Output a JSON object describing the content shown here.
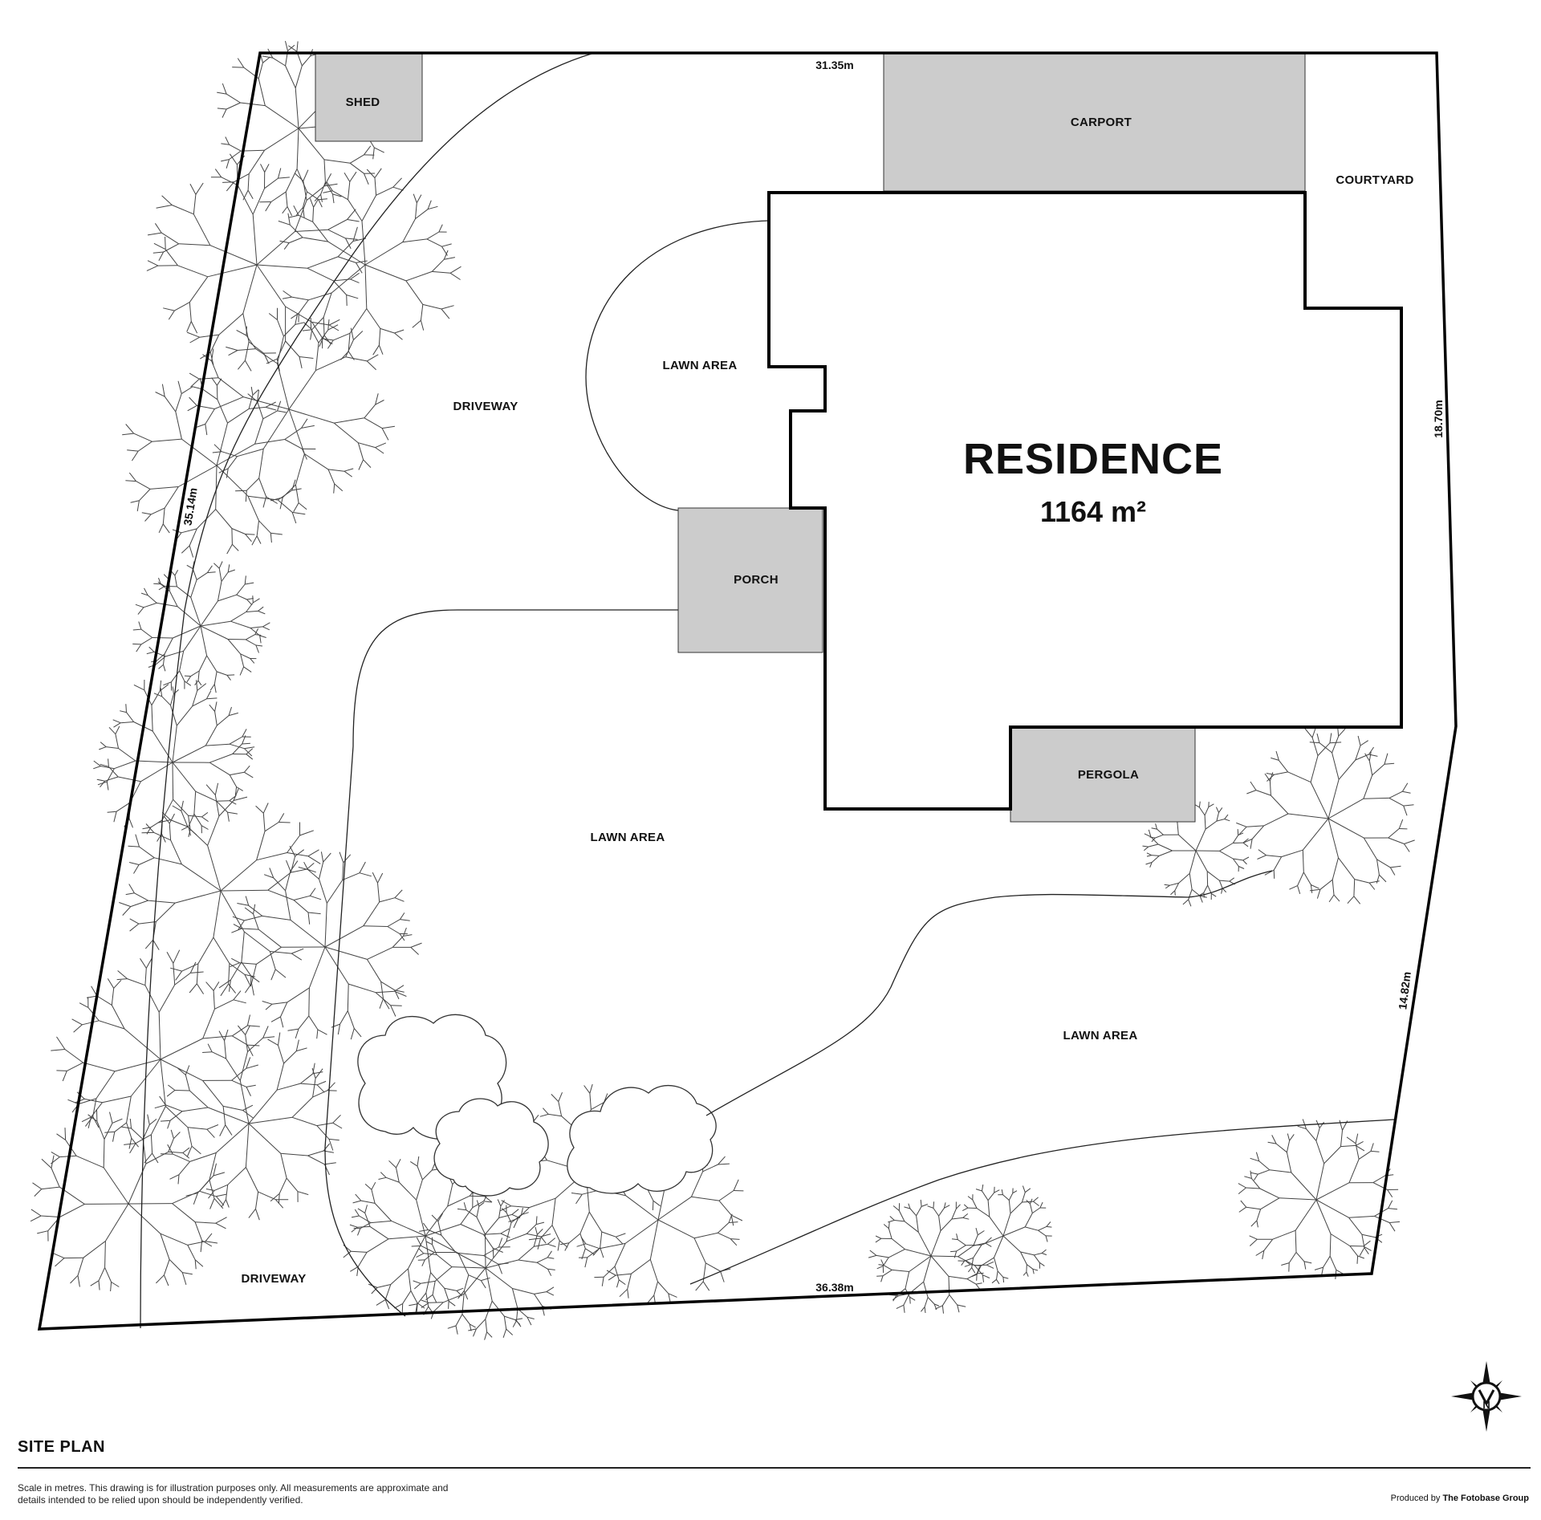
{
  "plan": {
    "labels": {
      "shed": "SHED",
      "carport": "CARPORT",
      "courtyard": "COURTYARD",
      "lawn_top": "LAWN AREA",
      "driveway_top": "DRIVEWAY",
      "porch": "PORCH",
      "lawn_center": "LAWN AREA",
      "pergola": "PERGOLA",
      "lawn_right": "LAWN AREA",
      "driveway_bottom": "DRIVEWAY"
    },
    "residence": {
      "name": "RESIDENCE",
      "area": "1164 m²"
    },
    "dimensions": {
      "top": "31.35m",
      "left": "35.14m",
      "right_upper": "18.70m",
      "right_lower": "14.82m",
      "bottom": "36.38m"
    },
    "compass": {
      "letter": "N"
    }
  },
  "footer": {
    "title": "SITE PLAN",
    "disclaimer": "Scale in metres. This drawing is for illustration purposes only. All measurements are approximate and details intended to be relied upon should be independently verified.",
    "produced_by_prefix": "Produced by",
    "produced_by_company": "The Fotobase Group"
  },
  "colors": {
    "structure_fill": "#cccccc",
    "line": "#111111"
  }
}
